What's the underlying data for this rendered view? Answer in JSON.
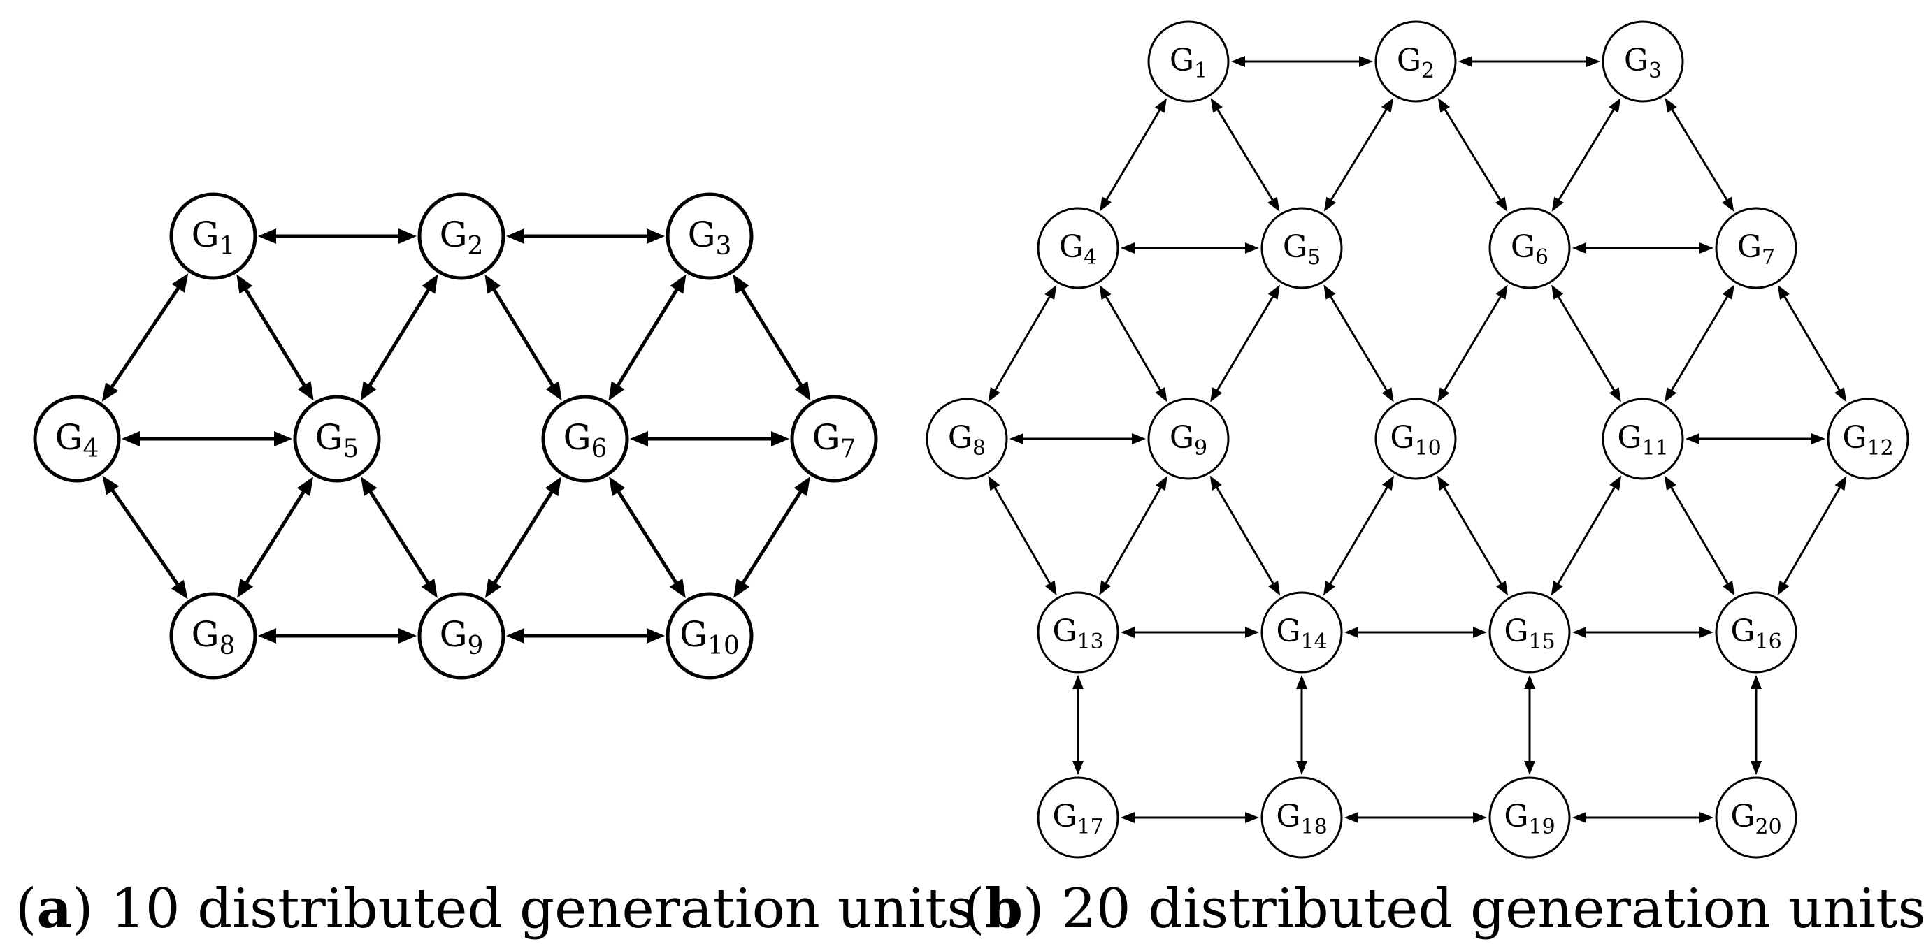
{
  "panel_a": {
    "caption_label": "a",
    "caption_text": "10 distributed generation units",
    "nodes": [
      "1",
      "2",
      "3",
      "4",
      "5",
      "6",
      "7",
      "8",
      "9",
      "10"
    ],
    "edges": [
      [
        1,
        2
      ],
      [
        2,
        3
      ],
      [
        4,
        5
      ],
      [
        6,
        7
      ],
      [
        8,
        9
      ],
      [
        9,
        10
      ],
      [
        1,
        4
      ],
      [
        1,
        5
      ],
      [
        2,
        5
      ],
      [
        2,
        6
      ],
      [
        3,
        6
      ],
      [
        3,
        7
      ],
      [
        4,
        8
      ],
      [
        5,
        8
      ],
      [
        5,
        9
      ],
      [
        6,
        9
      ],
      [
        6,
        10
      ],
      [
        7,
        10
      ]
    ]
  },
  "panel_b": {
    "caption_label": "b",
    "caption_text": "20 distributed generation units",
    "nodes": [
      "1",
      "2",
      "3",
      "4",
      "5",
      "6",
      "7",
      "8",
      "9",
      "10",
      "11",
      "12",
      "13",
      "14",
      "15",
      "16",
      "17",
      "18",
      "19",
      "20"
    ],
    "edges": [
      [
        1,
        2
      ],
      [
        2,
        3
      ],
      [
        4,
        5
      ],
      [
        6,
        7
      ],
      [
        8,
        9
      ],
      [
        11,
        12
      ],
      [
        13,
        14
      ],
      [
        14,
        15
      ],
      [
        15,
        16
      ],
      [
        17,
        18
      ],
      [
        18,
        19
      ],
      [
        19,
        20
      ],
      [
        1,
        4
      ],
      [
        1,
        5
      ],
      [
        2,
        5
      ],
      [
        2,
        6
      ],
      [
        3,
        6
      ],
      [
        3,
        7
      ],
      [
        4,
        8
      ],
      [
        4,
        9
      ],
      [
        5,
        9
      ],
      [
        5,
        10
      ],
      [
        6,
        10
      ],
      [
        6,
        11
      ],
      [
        7,
        11
      ],
      [
        7,
        12
      ],
      [
        8,
        13
      ],
      [
        9,
        13
      ],
      [
        9,
        14
      ],
      [
        10,
        14
      ],
      [
        10,
        15
      ],
      [
        11,
        15
      ],
      [
        11,
        16
      ],
      [
        12,
        16
      ],
      [
        13,
        17
      ],
      [
        14,
        18
      ],
      [
        15,
        19
      ],
      [
        16,
        20
      ]
    ]
  },
  "node_prefix": "G"
}
